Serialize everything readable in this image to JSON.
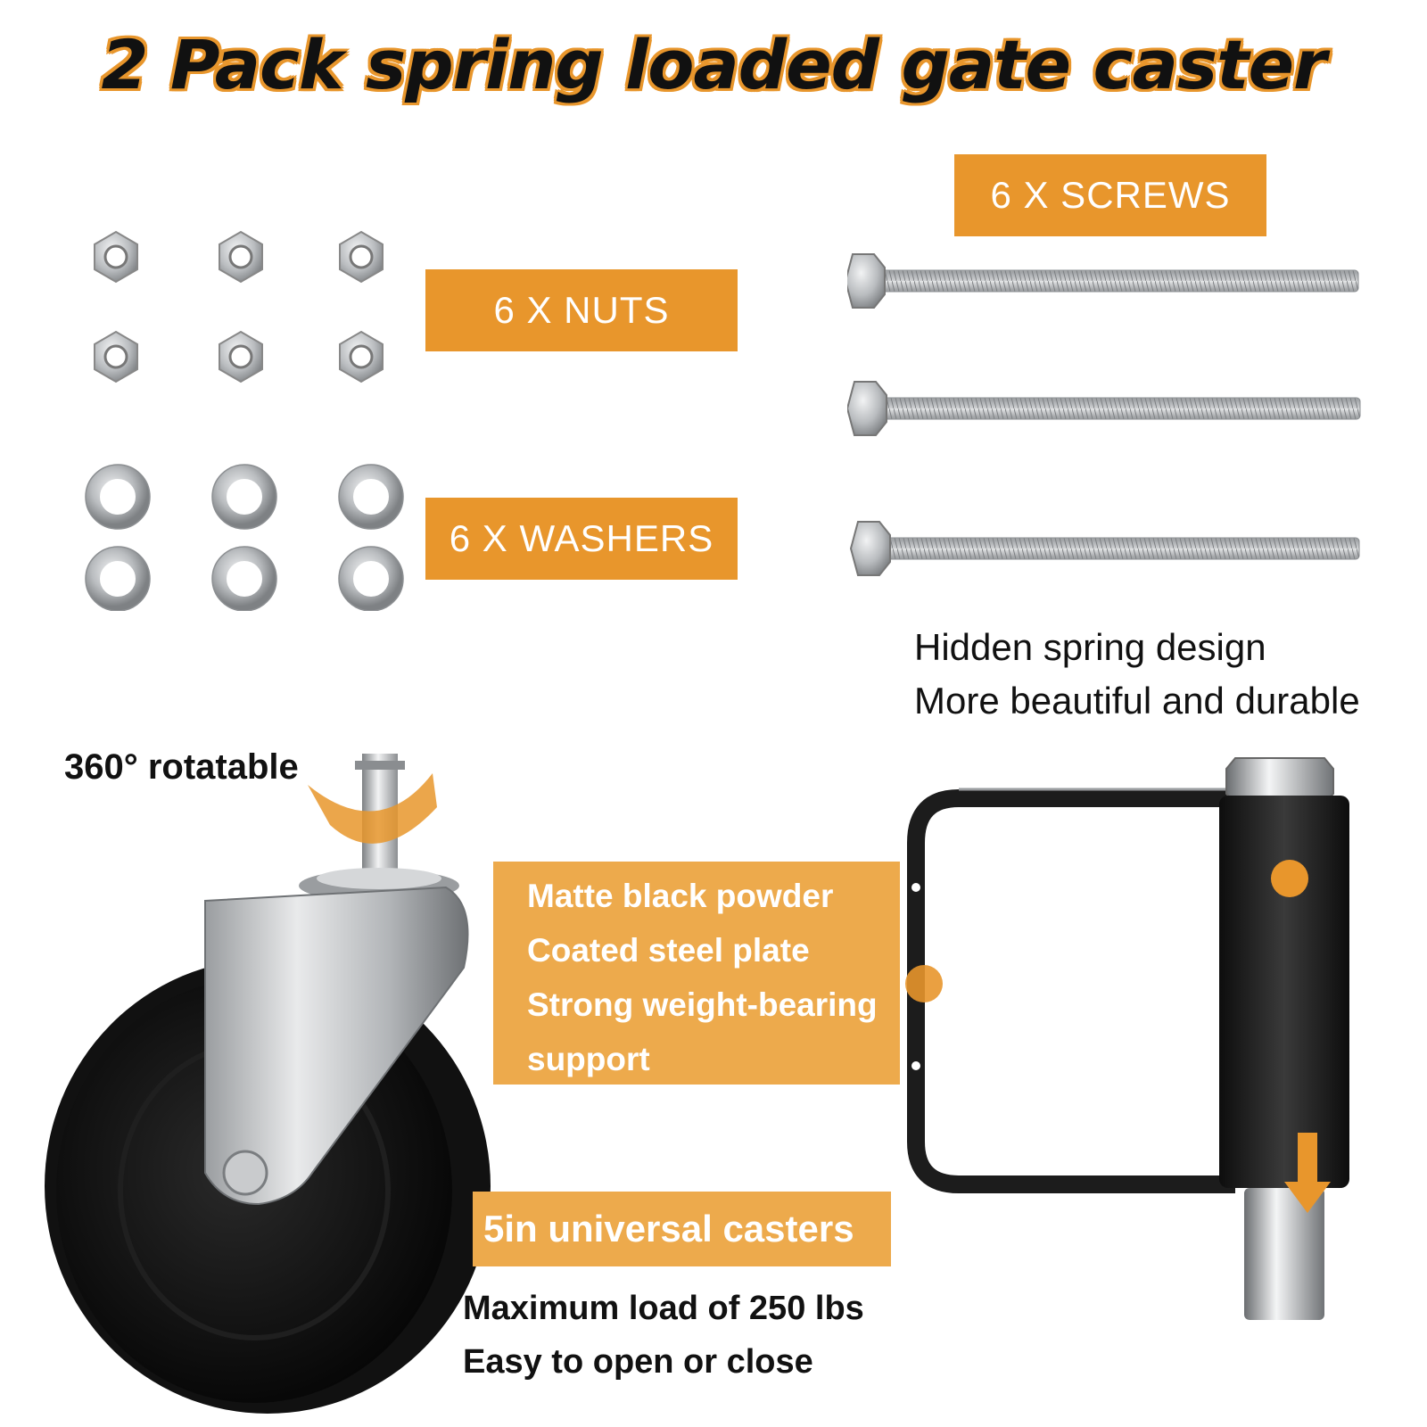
{
  "title": "2 Pack spring loaded gate caster",
  "labels": {
    "screws": "6 X  SCREWS",
    "nuts": "6 X  NUTS",
    "washers": "6 X  WASHERS"
  },
  "spring_note": {
    "line1": "Hidden spring design",
    "line2": "More beautiful and durable"
  },
  "rotatable": "360° rotatable",
  "plate_features": [
    "Matte black powder",
    "Coated steel plate",
    "Strong weight-bearing",
    "support"
  ],
  "caster_label": "5in universal casters",
  "load_notes": {
    "line1": "Maximum load of 250 lbs",
    "line2": "Easy to open or close"
  },
  "colors": {
    "accent": "#e8962c",
    "accent_light": "#edaa4c",
    "steel": "#b5b8bb",
    "black": "#1e1e1e"
  },
  "icons": [
    "hex-nut-icon",
    "washer-icon",
    "screw-icon",
    "rotate-arrow-icon",
    "down-arrow-icon"
  ]
}
